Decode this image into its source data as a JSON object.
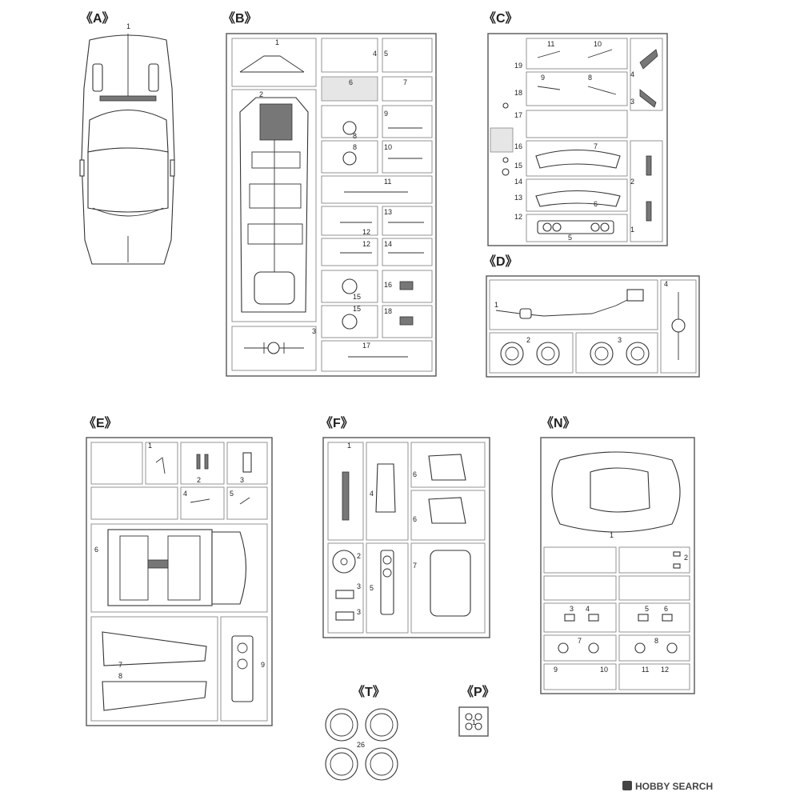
{
  "watermark": "HOBBY SEARCH",
  "groups": {
    "A": {
      "label": "《A》",
      "parts": [
        "1"
      ]
    },
    "B": {
      "label": "《B》",
      "parts": [
        "1",
        "2",
        "3",
        "4",
        "5",
        "6",
        "7",
        "8",
        "8",
        "9",
        "10",
        "11",
        "12",
        "12",
        "13",
        "14",
        "15",
        "15",
        "16",
        "17",
        "18"
      ]
    },
    "C": {
      "label": "《C》",
      "parts": [
        "1",
        "2",
        "3",
        "4",
        "5",
        "6",
        "7",
        "8",
        "9",
        "10",
        "11",
        "12",
        "13",
        "14",
        "15",
        "16",
        "17",
        "18",
        "19"
      ]
    },
    "D": {
      "label": "《D》",
      "parts": [
        "1",
        "2",
        "3",
        "4"
      ]
    },
    "E": {
      "label": "《E》",
      "parts": [
        "1",
        "2",
        "3",
        "4",
        "5",
        "6",
        "7",
        "8",
        "9"
      ]
    },
    "F": {
      "label": "《F》",
      "parts": [
        "1",
        "2",
        "3",
        "3",
        "4",
        "5",
        "6",
        "6",
        "7"
      ]
    },
    "N": {
      "label": "《N》",
      "parts": [
        "1",
        "2",
        "3",
        "4",
        "5",
        "6",
        "7",
        "8",
        "9",
        "10",
        "11",
        "12"
      ]
    },
    "T": {
      "label": "《T》",
      "parts": [
        "26"
      ]
    },
    "P": {
      "label": "《P》",
      "parts": [
        "1"
      ]
    }
  }
}
